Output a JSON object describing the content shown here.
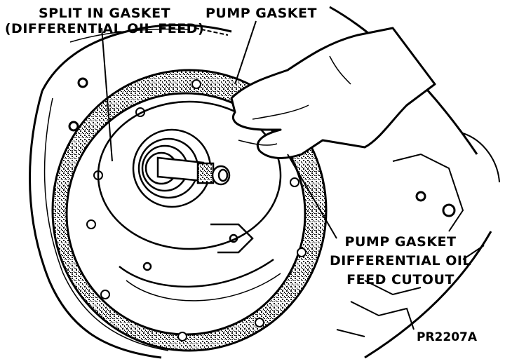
{
  "figure": {
    "id": "PR2207A",
    "ink_color": "#000000",
    "paper_color": "#ffffff"
  },
  "callouts": [
    {
      "lines": [
        "SPLIT IN GASKET",
        "(DIFFERENTIAL OIL FEED)"
      ]
    },
    {
      "lines": [
        "PUMP GASKET"
      ]
    },
    {
      "lines": [
        "PUMP GASKET",
        "DIFFERENTIAL OIL",
        "FEED CUTOUT"
      ]
    }
  ]
}
